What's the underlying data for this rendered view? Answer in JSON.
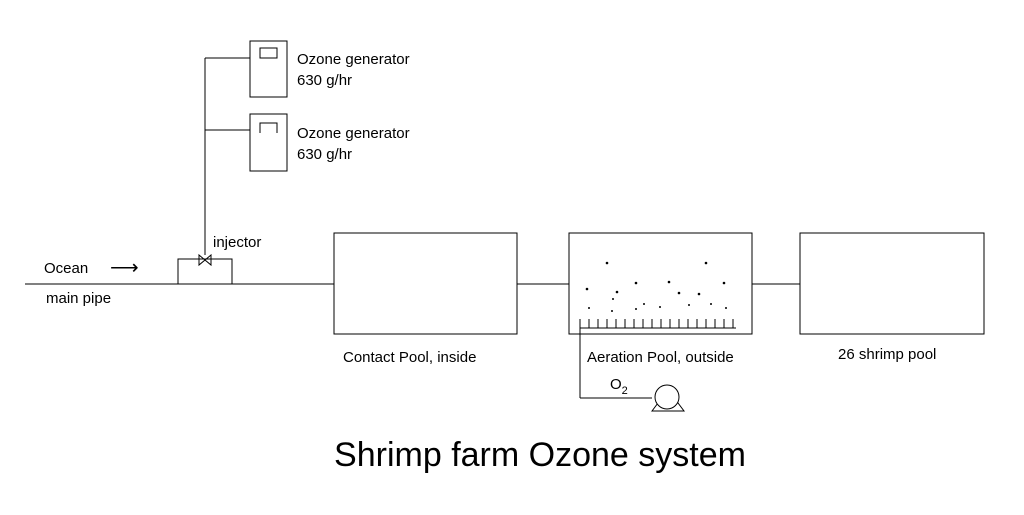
{
  "title": "Shrimp farm Ozone system",
  "generators": [
    {
      "name": "Ozone generator",
      "rate": "630 g/hr"
    },
    {
      "name": "Ozone generator",
      "rate": "630 g/hr"
    }
  ],
  "labels": {
    "injector": "injector",
    "ocean": "Ocean",
    "arrow": "⟶",
    "main_pipe": "main pipe",
    "oxygen_base": "O",
    "oxygen_sub": "2"
  },
  "pools": [
    {
      "name": "Contact Pool, inside"
    },
    {
      "name": "Aeration Pool, outside"
    },
    {
      "name": "26 shrimp pool"
    }
  ]
}
